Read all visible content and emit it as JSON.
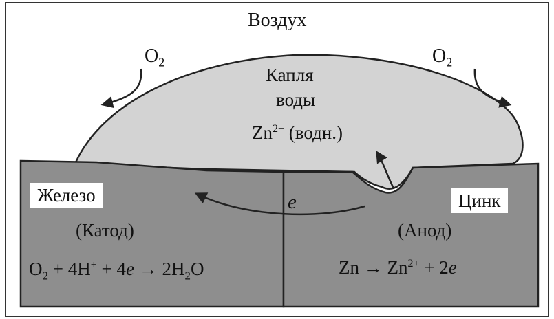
{
  "air_label": "Воздух",
  "oxygen_label": "O",
  "oxygen_sub": "2",
  "droplet": {
    "line1": "Капля",
    "line2": "воды",
    "ion_symbol": "Zn",
    "ion_charge": "2+",
    "ion_state": "(водн.)"
  },
  "electron_label": "e",
  "iron": {
    "name": "Железо",
    "role": "(Катод)",
    "equation": {
      "o": "O",
      "o_sub": "2",
      "part1": " + 4H",
      "h_charge": "+",
      "part2": " + 4",
      "e": "e",
      "arrow": " → 2H",
      "h2o_sub": "2",
      "end": "O"
    }
  },
  "zinc": {
    "name": "Цинк",
    "role": "(Анод)",
    "equation": {
      "start": "Zn → Zn",
      "charge": "2+",
      "mid": " + 2",
      "e": "e"
    }
  },
  "colors": {
    "metal": "#8e8e8e",
    "droplet": "#d3d3d3",
    "outline": "#222222",
    "background": "#ffffff"
  }
}
